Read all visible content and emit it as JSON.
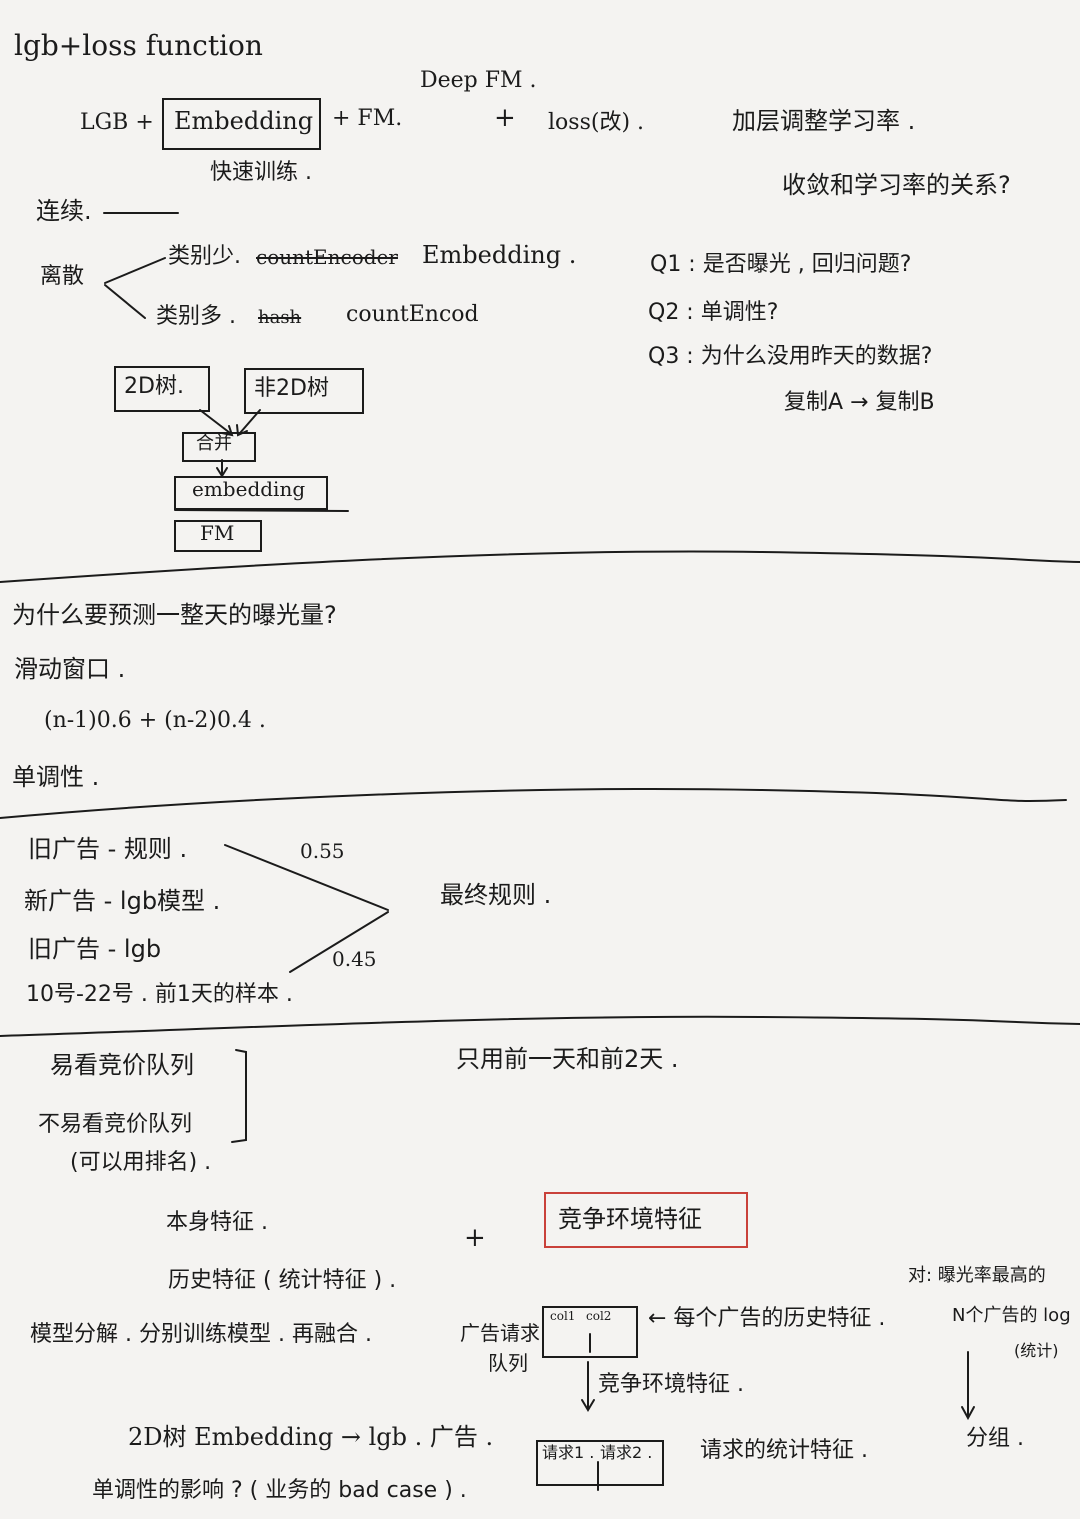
{
  "sec1": {
    "title": "lgb+loss function",
    "deepfm": "Deep FM .",
    "formula_lgb": "LGB +",
    "formula_embedding": "Embedding",
    "formula_fm": "+ FM.",
    "plus": "+",
    "loss": "loss(改) .",
    "fast_train": "快速训练 .",
    "adjust_lr": "加层调整学习率 .",
    "convergence": "收敛和学习率的关系?",
    "continuous": "连续.",
    "discrete": "离散",
    "cat_few": "类别少.",
    "count_encoder_strike": "countEncoder",
    "embedding_word": "Embedding .",
    "cat_many": "类别多 .",
    "cat_many_strike": "hash",
    "count_encode": "countEncod",
    "tree_2d": "2D树.",
    "tree_non2d": "非2D树",
    "concat": "合并",
    "embedding_box": "embedding",
    "fm_box": "FM",
    "q1": "Q1 : 是否曝光 , 回归问题?",
    "q2": "Q2 : 单调性?",
    "q3": "Q3 : 为什么没用昨天的数据?",
    "copy": "复制A → 复制B"
  },
  "sec2": {
    "q": "为什么要预测一整天的曝光量?",
    "sliding": "滑动窗口 .",
    "formula": "(n-1)0.6 + (n-2)0.4 .",
    "mono": "单调性 ."
  },
  "sec3": {
    "old_ad_rule": "旧广告 - 规则 .",
    "new_ad_lgb": "新广告 - lgb模型 .",
    "old_ad_lgb": "旧广告 - lgb",
    "samples": "10号-22号 . 前1天的样本 .",
    "w1": "0.55",
    "w2": "0.45",
    "final_rule": "最终规则 ."
  },
  "sec4": {
    "queue_rule": "易看竞价队列",
    "queue_no_rule": "不易看竞价队列",
    "use_rank": "(可以用排名) .",
    "only_use": "只用前一天和前2天 .",
    "self_feat": "本身特征 .",
    "plus": "+",
    "env_feat": "竞争环境特征",
    "hist_feat": "历史特征 ( 统计特征 ) .",
    "model_fusion": "模型分解 . 分别训练模型 . 再融合 .",
    "ad_request_queue_1": "广告请求",
    "ad_request_queue_2": "队列",
    "col1": "col1",
    "col2": "col2",
    "arrow_hist": "← 每个广告的历史特征 .",
    "env_feat2": "竞争环境特征 .",
    "expo_high": "对: 曝光率最高的",
    "ad_log": "N个广告的 log",
    "stat_paren": "(统计)",
    "group": "分组 .",
    "final_line": "2D树 Embedding → lgb . 广告 .",
    "req1": "请求1 .",
    "req2": "请求2 .",
    "req_stat": "请求的统计特征 .",
    "mono_effect": "单调性的影响 ? ( 业务的 bad case ) ."
  }
}
